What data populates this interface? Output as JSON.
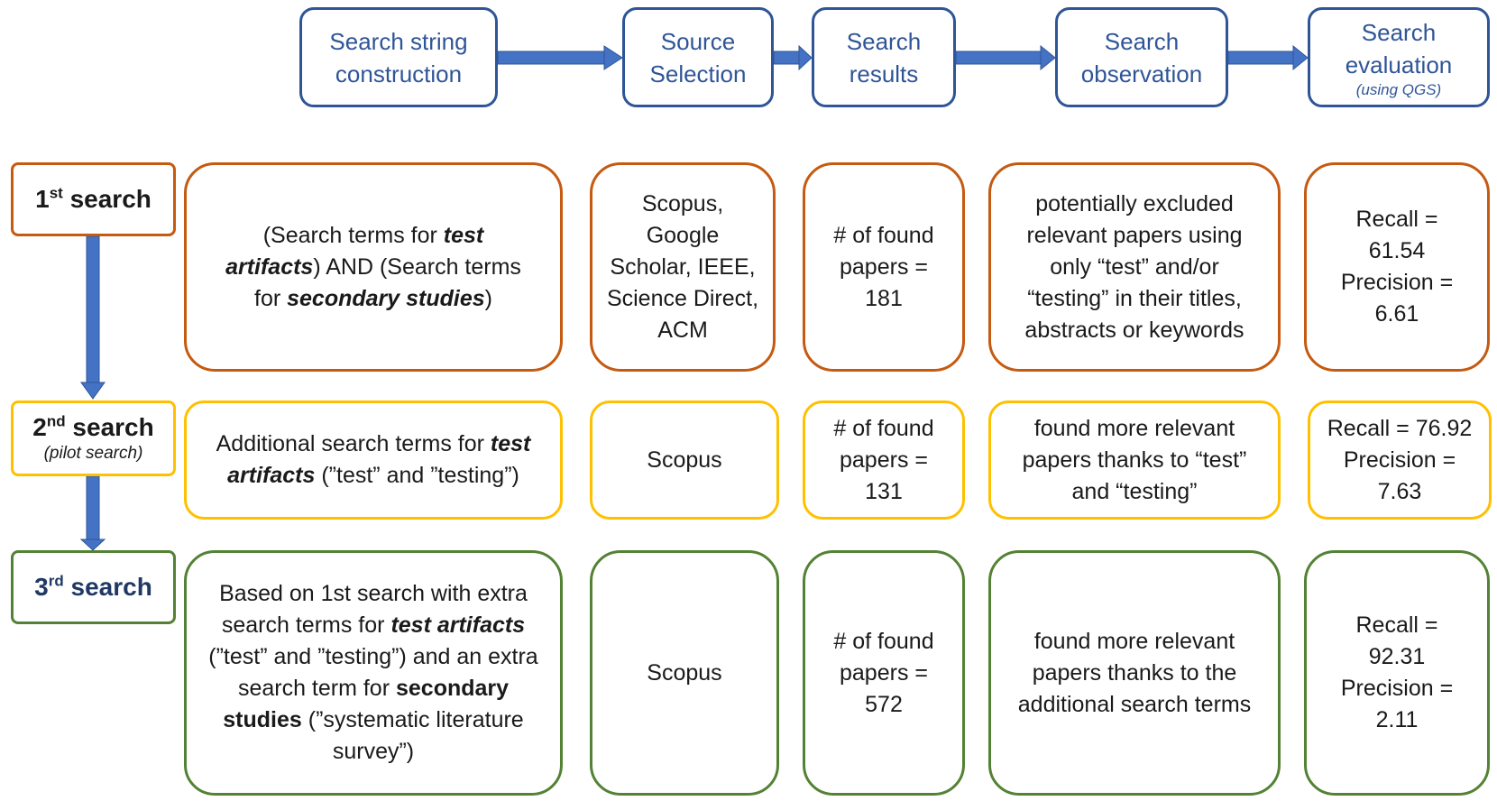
{
  "header": {
    "steps": [
      {
        "label_line1": "Search string",
        "label_line2": "construction"
      },
      {
        "label_line1": "Source",
        "label_line2": "Selection"
      },
      {
        "label_line1": "Search",
        "label_line2": "results"
      },
      {
        "label_line1": "Search",
        "label_line2": "observation"
      },
      {
        "label_line1": "Search",
        "label_line2": "evaluation",
        "note": "(using QGS)"
      }
    ]
  },
  "rows": [
    {
      "label_num": "1",
      "label_sup": "st",
      "label_word": " search",
      "string": {
        "p1": "(Search terms for ",
        "b1": "test artifacts",
        "p2": ") AND (Search terms for ",
        "b2": "secondary studies",
        "p3": ")"
      },
      "source": "Scopus, Google Scholar, IEEE, Science Direct, ACM",
      "results": "# of found papers = 181",
      "observation": "potentially excluded relevant papers using only “test” and/or “testing” in their titles, abstracts or keywords",
      "evaluation": {
        "recall": "Recall = 61.54",
        "precision": "Precision = 6.61"
      }
    },
    {
      "label_num": "2",
      "label_sup": "nd",
      "label_word": " search",
      "label_note": "(pilot search)",
      "string": {
        "p1": "Additional search terms for ",
        "b1": "test artifacts",
        "p2": " (”test” and ”testing”)"
      },
      "source": "Scopus",
      "results": "# of found papers = 131",
      "observation": "found more relevant papers thanks to “test” and “testing”",
      "evaluation": {
        "recall": "Recall = 76.92",
        "precision": "Precision = 7.63"
      }
    },
    {
      "label_num": "3",
      "label_sup": "rd",
      "label_word": " search",
      "string": {
        "p1": "Based on 1st search with extra search terms for ",
        "b1": "test artifacts",
        "p2": " (”test” and ”testing”) and an extra search term for ",
        "b2": "secondary studies",
        "p3": " (”systematic literature survey”)"
      },
      "source": "Scopus",
      "results": "# of found papers = 572",
      "observation": "found more relevant papers thanks to the additional search terms",
      "evaluation": {
        "recall": "Recall = 92.31",
        "precision": "Precision = 2.11"
      }
    }
  ],
  "colors": {
    "header_blue": "#2f5597",
    "arrow_blue": "#4472c4",
    "row1_orange": "#c55a11",
    "row2_yellow": "#ffc000",
    "row3_green": "#548235"
  }
}
